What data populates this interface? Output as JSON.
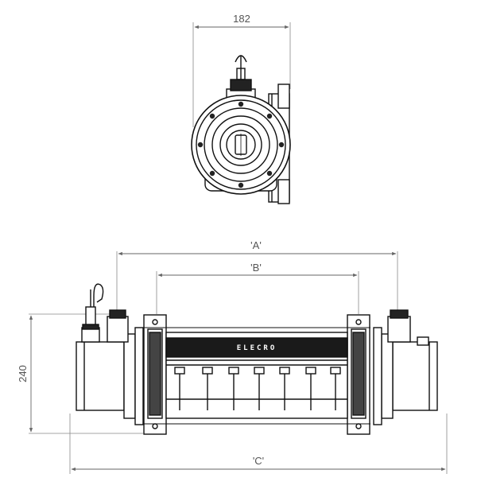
{
  "dimensions": {
    "end_view_width": "182",
    "dim_a": "'A'",
    "dim_b": "'B'",
    "dim_c": "'C'",
    "height": "240"
  },
  "labels": {
    "brand": "ELECRO"
  },
  "colors": {
    "line": "#111111",
    "dimension": "#777777",
    "dark_band": "#1a1a1a"
  }
}
